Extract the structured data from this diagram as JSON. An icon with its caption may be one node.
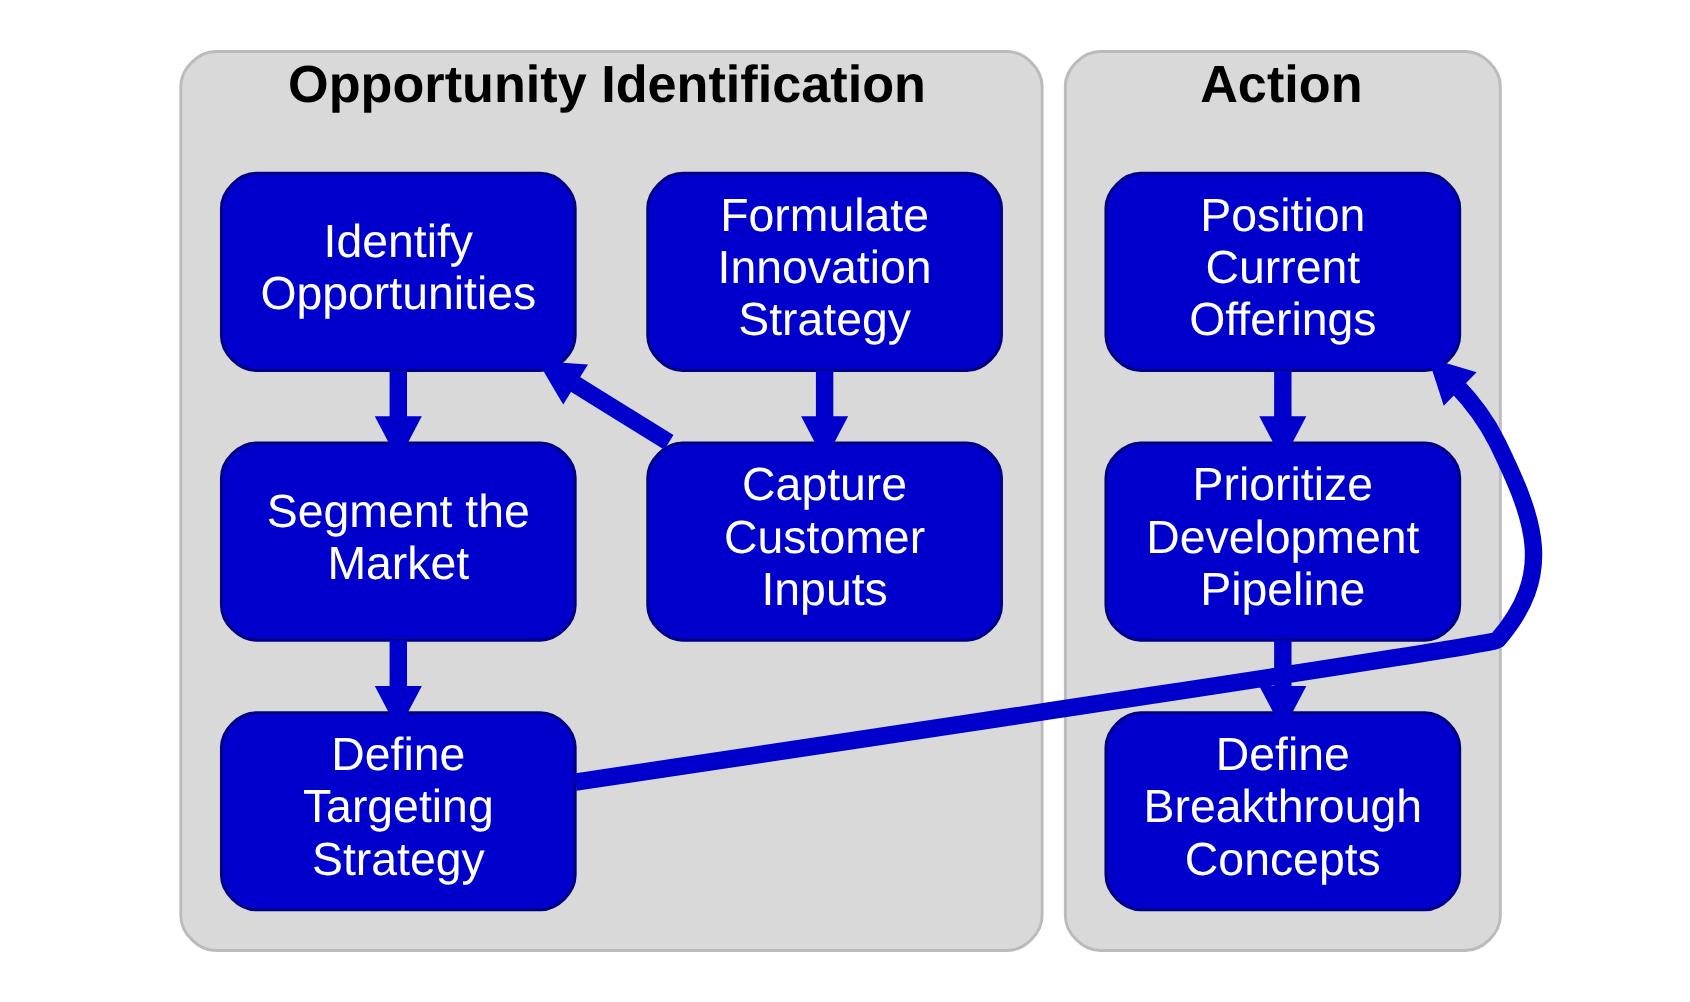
{
  "diagram": {
    "nodes": [
      {
        "text": [
          "Opportunity Identification"
        ]
      },
      {
        "text": [
          "Formulate Innovation Strategy"
        ],
        "in": 0
      },
      {
        "text": [
          "Capture Customer Inputs"
        ],
        "in": 0
      },
      {
        "text": [
          "Identify Opportunities"
        ],
        "in": 0
      },
      {
        "text": [
          "Segment the Market"
        ],
        "in": 0
      },
      {
        "text": [
          "Define Targeting Strategy"
        ],
        "in": 0
      },
      {
        "text": [
          "Action"
        ]
      },
      {
        "text": [
          "Position Current Offerings"
        ],
        "in": 6
      },
      {
        "text": [
          "Prioritize Development Pipeline"
        ],
        "in": 6
      },
      {
        "text": [
          "Define Breakthrough Concepts"
        ],
        "in": 6
      }
    ],
    "edges": [
      {
        "from": 1,
        "to": 2,
        "arrow": "to"
      },
      {
        "from": 2,
        "to": 3,
        "arrow": "to"
      },
      {
        "from": 3,
        "to": 4,
        "arrow": "to"
      },
      {
        "from": 4,
        "to": 5,
        "arrow": "to"
      },
      {
        "from": 5,
        "to": 7,
        "arrow": "to"
      },
      {
        "from": 7,
        "to": 8,
        "arrow": "to"
      },
      {
        "from": 8,
        "to": 9,
        "arrow": "to"
      }
    ]
  }
}
